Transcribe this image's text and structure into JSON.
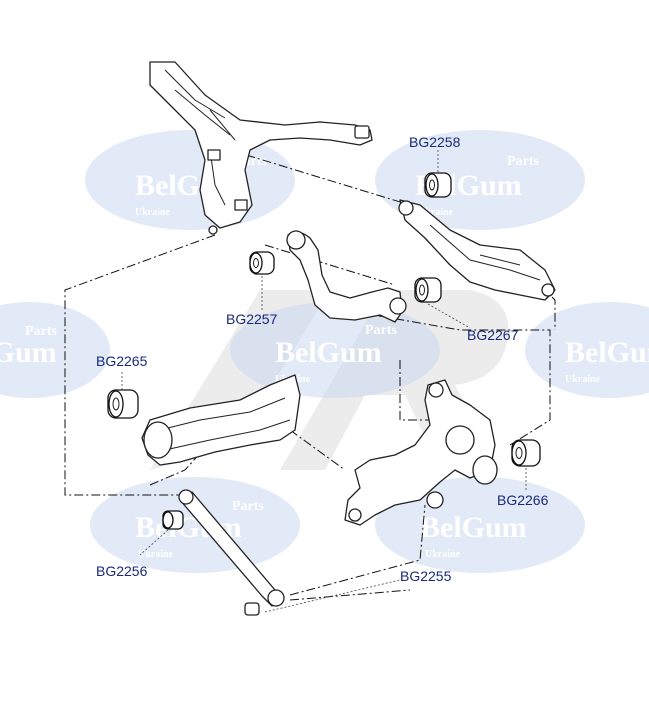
{
  "watermark": {
    "brand": "BelGum",
    "prefix": "Parts",
    "country": "Ukraine"
  },
  "callouts": [
    {
      "id": "bg2258",
      "label": "BG2258"
    },
    {
      "id": "bg2257",
      "label": "BG2257"
    },
    {
      "id": "bg2267",
      "label": "BG2267"
    },
    {
      "id": "bg2265",
      "label": "BG2265"
    },
    {
      "id": "bg2266",
      "label": "BG2266"
    },
    {
      "id": "bg2256",
      "label": "BG2256"
    },
    {
      "id": "bg2255",
      "label": "BG2255"
    }
  ],
  "colors": {
    "callout_text": "#1a2a7a",
    "watermark_oval": "#c9d8ee",
    "line_art": "#222222"
  }
}
